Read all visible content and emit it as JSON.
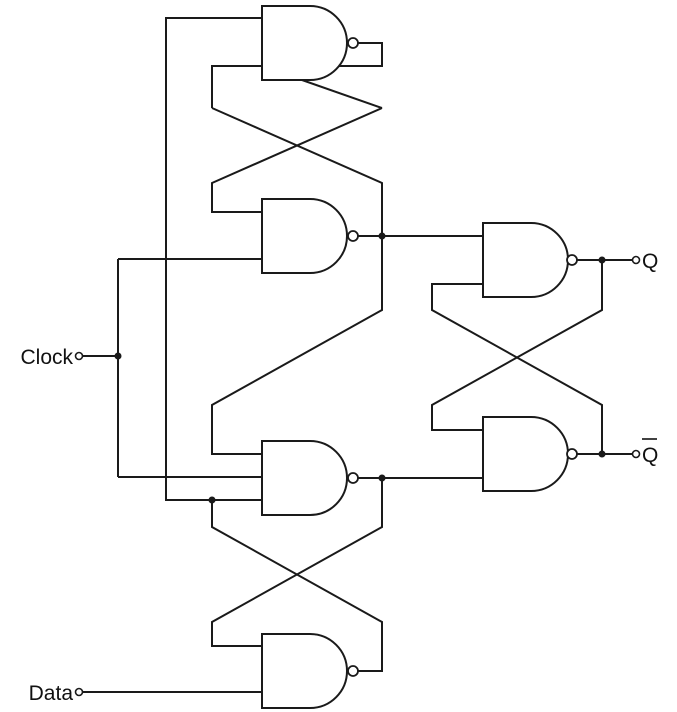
{
  "labels": {
    "clock": "Clock",
    "data": "Data",
    "q": "Q",
    "q_bar": "Q"
  },
  "circuit": {
    "gates": [
      {
        "id": "g1",
        "type": "NAND"
      },
      {
        "id": "g2",
        "type": "NAND"
      },
      {
        "id": "g3",
        "type": "NAND"
      },
      {
        "id": "g4",
        "type": "NAND"
      },
      {
        "id": "g5",
        "type": "NAND"
      },
      {
        "id": "g6",
        "type": "NAND"
      }
    ]
  },
  "colors": {
    "line": "#1a1a1a",
    "background": "#ffffff"
  }
}
